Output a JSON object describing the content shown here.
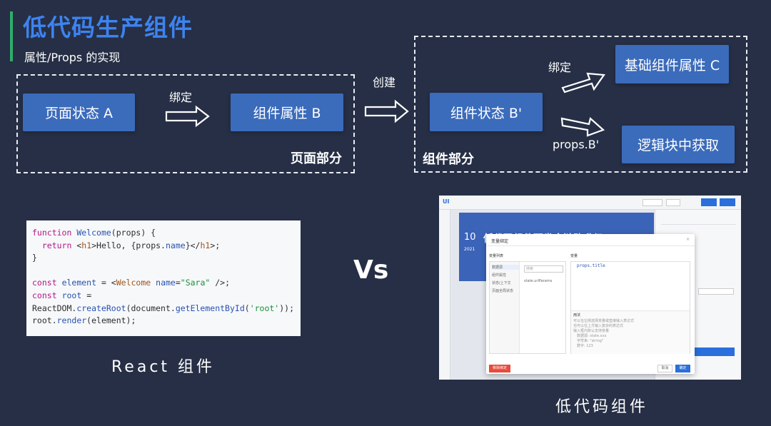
{
  "header": {
    "title": "低代码生产组件",
    "subtitle": "属性/Props 的实现"
  },
  "page_section": {
    "box_a": "页面状态 A",
    "bind_label": "绑定",
    "box_b": "组件属性 B",
    "section_label": "页面部分"
  },
  "create_label": "创建",
  "component_section": {
    "box_b_prime": "组件状态 B'",
    "bind_label": "绑定",
    "box_c": "基础组件属性 C",
    "props_label": "props.B'",
    "box_logic": "逻辑块中获取",
    "section_label": "组件部分"
  },
  "code": {
    "lines": [
      "function Welcome(props) {",
      "  return <h1>Hello, {props.name}</h1>;",
      "}",
      "",
      "const element = <Welcome name=\"Sara\" />;",
      "const root =",
      "ReactDOM.createRoot(document.getElementById('root'));",
      "root.render(element);"
    ],
    "caption": "React 组件"
  },
  "vs": "Vs",
  "lowcode": {
    "caption": "低代码组件",
    "logo": "UI",
    "canvas_number": "10",
    "canvas_year": "2021",
    "canvas_text": "低代码组件研发全链路升级",
    "modal": {
      "title": "变量绑定",
      "close": "×",
      "list_header": "变量列表",
      "var_header": "变量",
      "list_items": [
        "数据源",
        "组件属性",
        "状态/上下文",
        "页面全局状态"
      ],
      "search_placeholder": "搜索",
      "sub_item": "state.urlParams",
      "editor_text": "props.title",
      "usage_title": "用法",
      "usage_lines": [
        "可以在左侧选择变量或直接输入表达式",
        "也可以在上方输入复杂的表达式",
        "输入框内默认支持变量",
        "数据源: state.xxx",
        "字符串: \"string\"",
        "数字: 123"
      ],
      "remove_btn": "移除绑定",
      "cancel_btn": "取消",
      "ok_btn": "确定"
    }
  },
  "colors": {
    "background": "#262f45",
    "title": "#3d83f0",
    "box": "#3b6bbb",
    "accent_bar": "#2fae6a"
  }
}
